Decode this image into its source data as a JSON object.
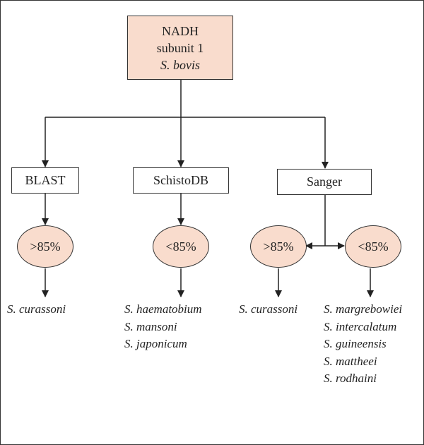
{
  "root": {
    "line1": "NADH",
    "line2": "subunit 1",
    "line3": "S. bovis"
  },
  "methods": {
    "blast": "BLAST",
    "schistodb": "SchistoDB",
    "sanger": "Sanger"
  },
  "thresholds": {
    "blast": ">85%",
    "schistodb": "<85%",
    "sanger_high": ">85%",
    "sanger_low": "<85%"
  },
  "results": {
    "blast": [
      "S. curassoni"
    ],
    "schistodb": [
      "S. haematobium",
      "S. mansoni",
      "S. japonicum"
    ],
    "sanger_high": [
      "S. curassoni"
    ],
    "sanger_low": [
      "S. margrebowiei",
      "S. intercalatum",
      "S. guineensis",
      "S. mattheei",
      "S. rodhaini"
    ]
  },
  "colors": {
    "node_fill": "#f9dccd",
    "stroke": "#333333"
  }
}
